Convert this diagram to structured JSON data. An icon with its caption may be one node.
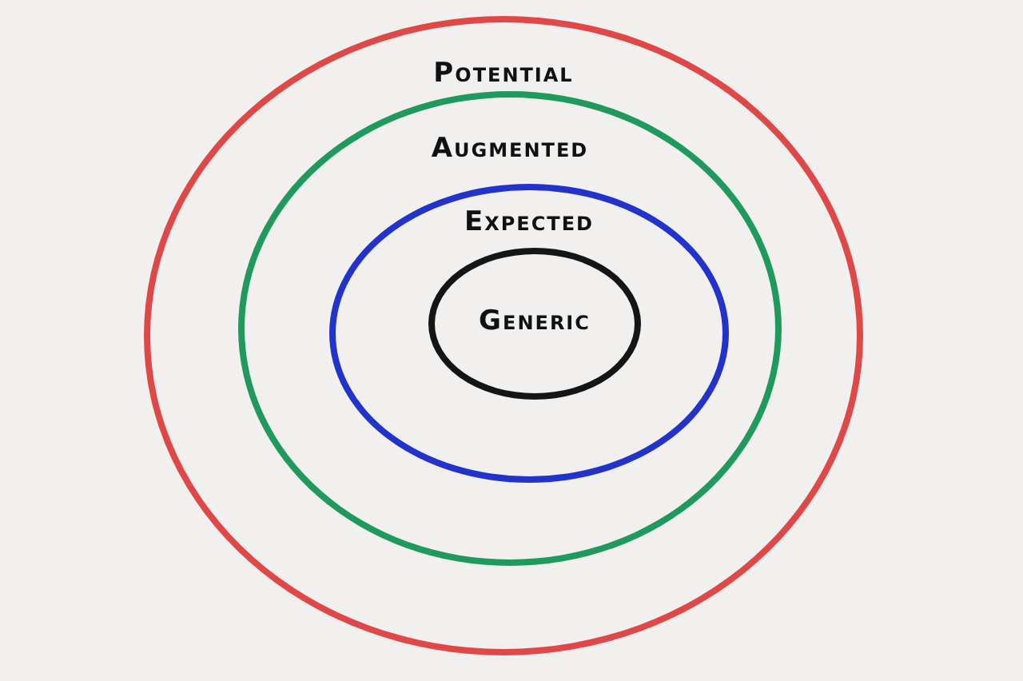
{
  "diagram": {
    "nodes": [
      {
        "text": [
          "Potential"
        ]
      },
      {
        "text": [
          "Augmented"
        ],
        "in": 0
      },
      {
        "text": [
          "Expected"
        ],
        "in": 1
      },
      {
        "text": [
          "Generic"
        ],
        "in": 2
      }
    ]
  }
}
